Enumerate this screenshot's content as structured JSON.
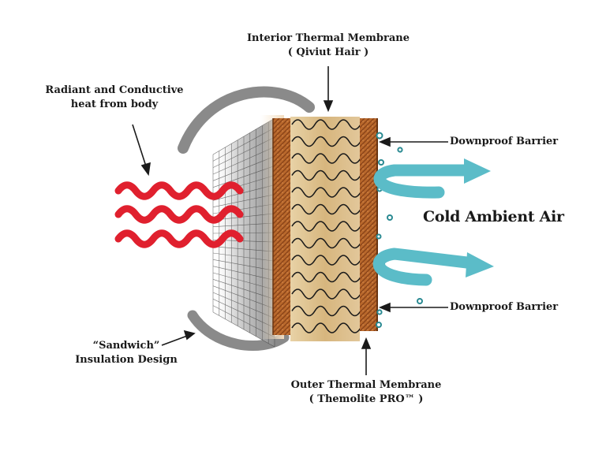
{
  "labels": {
    "interior_line1": "Interior Thermal Membrane",
    "interior_line2": "( Qiviut Hair )",
    "radiant_line1": "Radiant and Conductive",
    "radiant_line2": "heat from body",
    "downproof_top": "Downproof Barrier",
    "cold_air": "Cold Ambient Air",
    "downproof_bottom": "Downproof Barrier",
    "sandwich_line1": "“Sandwich”",
    "sandwich_line2": "Insulation Design",
    "outer_line1": "Outer Thermal Membrane",
    "outer_line2": "( Themolite PRO™ )"
  },
  "colors": {
    "heat_waves": "#e0202e",
    "cold_air_arrows": "#5bbcc8",
    "membrane_brown": "#b4622a",
    "qiviut_beige": "#d9bb86",
    "arc_gray": "#8a8a8a",
    "droplets": "#2a8a92"
  },
  "icons": {
    "heat": "heat-wave-icon",
    "cold_air": "cold-air-arrow-icon",
    "pointer": "pointer-arrow-icon"
  }
}
